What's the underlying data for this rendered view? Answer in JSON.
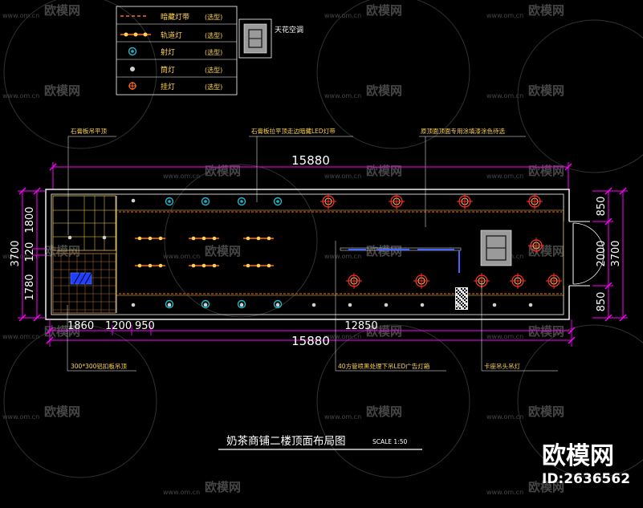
{
  "legend": {
    "items": [
      {
        "label": "暗藏灯带",
        "note": "(选型)"
      },
      {
        "label": "轨道灯",
        "note": "(选型)"
      },
      {
        "label": "射灯",
        "note": "(选型)"
      },
      {
        "label": "筒灯",
        "note": "(选型)"
      },
      {
        "label": "挂灯",
        "note": "(选型)"
      }
    ],
    "ac_label": "天花空调"
  },
  "annotations": {
    "top_left": "石膏板吊平顶",
    "top_mid": "石膏板拉平顶走边暗藏LED灯带",
    "top_right": "原顶面顶面专用涂填漆涂色待选",
    "bottom_left": "300*300铝扣板吊顶",
    "bottom_mid": "40方管喷黑处理下吊LED广告灯箱",
    "bottom_right": "卡座吊头吊灯"
  },
  "dimensions": {
    "top_total": "15880",
    "bottom_total": "15880",
    "bottom_seg1": "1860",
    "bottom_seg2": "1200",
    "bottom_seg3": "950",
    "bottom_seg4": "12850",
    "left_total": "3700",
    "left_seg1": "1800",
    "left_seg2": "120",
    "left_seg3": "1780",
    "right_total": "3700",
    "right_seg1": "850",
    "right_seg2": "2000",
    "right_seg3": "850"
  },
  "title": {
    "main": "奶茶商铺二楼顶面布局图",
    "scale": "SCALE 1:50"
  },
  "watermark": {
    "brand": "欧模网",
    "site": "www.om.cn",
    "id": "ID:2636562"
  },
  "colors": {
    "magenta": "#ff00ff",
    "white": "#ffffff",
    "yellow": "#ffd54a",
    "orange": "#ff6a20",
    "cyan": "#22b8c8",
    "red": "#ff3030",
    "blue": "#2040ff",
    "hatch": "#b07030"
  }
}
